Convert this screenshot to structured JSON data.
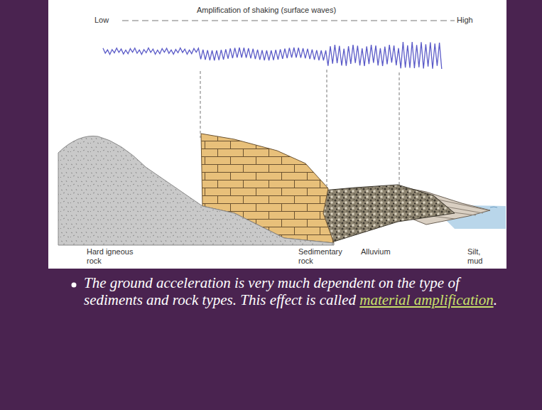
{
  "diagram": {
    "labels": [
      "Amplification of shaking (surface waves)",
      "Low",
      "High",
      "Hard igneous rock",
      "Sedimentary rock",
      "Alluvium",
      "Silt, mud",
      "The ground acceleration is very much dependent on the type of sediments and rock types. This effect is called",
      "material amplification",
      "."
    ]
  }
}
